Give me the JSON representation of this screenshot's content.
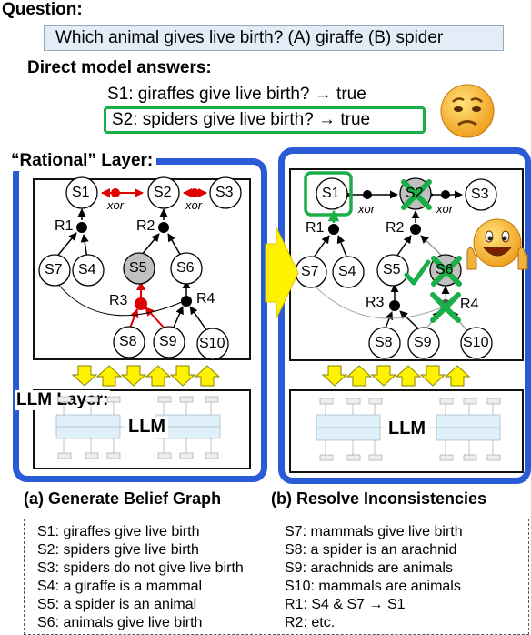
{
  "question": {
    "label": "Question:",
    "text": "Which animal gives live birth? (A) giraffe (B) spider"
  },
  "direct": {
    "label": "Direct model answers:",
    "s1": "S1: giraffes give live birth? → true",
    "s2": "S2: spiders give live birth? → true"
  },
  "rational_label": "“Rational” Layer:",
  "llm_label": "LLM Layer:",
  "llm_text": "LLM",
  "edge_label": "xor",
  "captions": {
    "a": "(a) Generate Belief Graph",
    "b": "(b) Resolve Inconsistencies"
  },
  "nodes": {
    "S1": "S1",
    "S2": "S2",
    "S3": "S3",
    "S4": "S4",
    "S5": "S5",
    "S6": "S6",
    "S7": "S7",
    "S8": "S8",
    "S9": "S9",
    "S10": "S10",
    "R1": "R1",
    "R2": "R2",
    "R3": "R3",
    "R4": "R4"
  },
  "legend_left": [
    "S1: giraffes give live birth",
    "S2: spiders give live birth",
    "S3: spiders do not give live birth",
    "S4: a giraffe is a mammal",
    "S5: a spider is an animal",
    "S6: animals give live birth"
  ],
  "legend_right": [
    "S7: mammals give live birth",
    "S8: a spider is an arachnid",
    "S9: arachnids are animals",
    "S10: mammals are animals",
    "R1: S4 & S7 → S1",
    "R2: etc."
  ],
  "colors": {
    "blue_frame": "#2a5bd7",
    "green": "#1aae49",
    "red": "#e00000",
    "question_fill": "#e3edf8",
    "arrow_yellow": "#fff200",
    "grey_node": "#c0c0c0"
  },
  "icons": [
    "worried-face-icon",
    "happy-thumbs-up-face-icon",
    "check-mark-icon",
    "cross-mark-icon"
  ]
}
